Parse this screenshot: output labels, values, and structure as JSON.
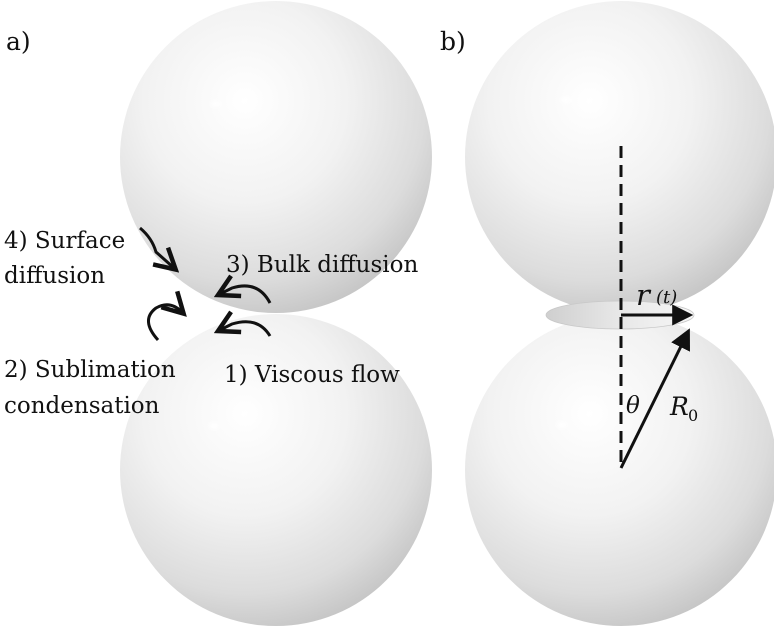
{
  "panels": {
    "a": "a)",
    "b": "b)"
  },
  "mechanisms": {
    "surface_diffusion": {
      "line1": "4) Surface",
      "line2": "diffusion"
    },
    "bulk_diffusion": "3) Bulk diffusion",
    "sublimation_condensation": {
      "line1": "2) Sublimation",
      "line2": "condensation"
    },
    "viscous_flow": "1) Viscous flow"
  },
  "geometry_labels": {
    "neck_radius_symbol": "r",
    "neck_radius_arg": "(t)",
    "angle_symbol": "θ",
    "sphere_radius_symbol": "R",
    "sphere_radius_subscript": "0"
  },
  "colors": {
    "sphere_light": "#ffffff",
    "sphere_mid": "#e9e9e9",
    "sphere_shadow": "#bdbdbd",
    "ink": "#111111"
  }
}
